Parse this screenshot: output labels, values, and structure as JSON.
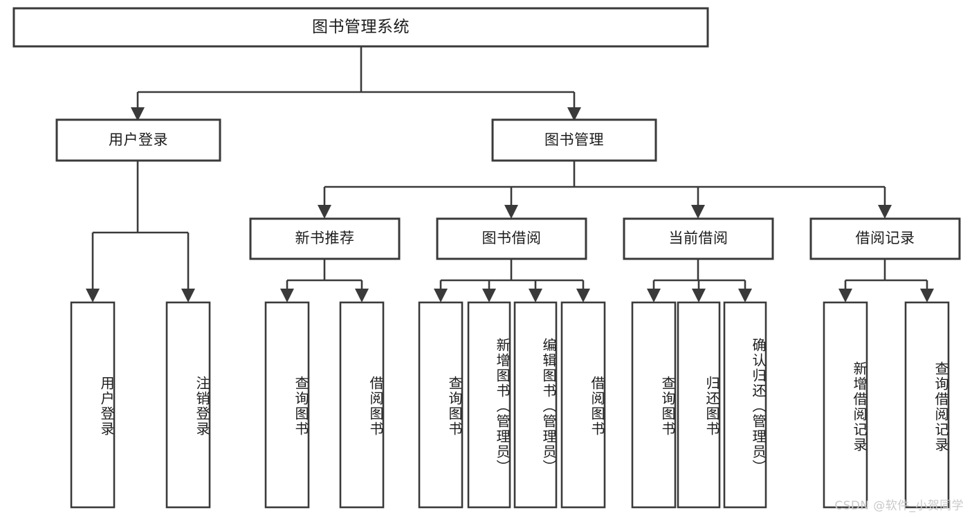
{
  "diagram": {
    "type": "tree",
    "title": "图书管理系统",
    "orientation": "top-down",
    "colors": {
      "background": "#ffffff",
      "box_fill": "#ffffff",
      "box_stroke": "#3a3a3a",
      "text": "#1c1c1c",
      "watermark": "#c9c9c9"
    },
    "levels": [
      {
        "level": 1,
        "nodes": [
          {
            "id": "root",
            "label": "图书管理系统",
            "text_orientation": "horizontal"
          }
        ]
      },
      {
        "level": 2,
        "nodes": [
          {
            "id": "user-login",
            "label": "用户登录",
            "parent": "root",
            "text_orientation": "horizontal"
          },
          {
            "id": "book-manage",
            "label": "图书管理",
            "parent": "root",
            "text_orientation": "horizontal"
          }
        ]
      },
      {
        "level": 3,
        "nodes": [
          {
            "id": "new-book-rec",
            "label": "新书推荐",
            "parent": "book-manage",
            "text_orientation": "horizontal"
          },
          {
            "id": "book-borrow",
            "label": "图书借阅",
            "parent": "book-manage",
            "text_orientation": "horizontal"
          },
          {
            "id": "current-borrow",
            "label": "当前借阅",
            "parent": "book-manage",
            "text_orientation": "horizontal"
          },
          {
            "id": "borrow-record",
            "label": "借阅记录",
            "parent": "book-manage",
            "text_orientation": "horizontal"
          }
        ]
      },
      {
        "level": 4,
        "nodes": [
          {
            "id": "leaf-1",
            "label": "用户登录",
            "parent": "user-login",
            "text_orientation": "vertical"
          },
          {
            "id": "leaf-2",
            "label": "注销登录",
            "parent": "user-login",
            "text_orientation": "vertical"
          },
          {
            "id": "leaf-3",
            "label": "查询图书",
            "parent": "new-book-rec",
            "text_orientation": "vertical"
          },
          {
            "id": "leaf-4",
            "label": "借阅图书",
            "parent": "new-book-rec",
            "text_orientation": "vertical"
          },
          {
            "id": "leaf-5",
            "label": "查询图书",
            "parent": "book-borrow",
            "text_orientation": "vertical"
          },
          {
            "id": "leaf-6",
            "label": "新增图书（管理员）",
            "parent": "book-borrow",
            "text_orientation": "vertical"
          },
          {
            "id": "leaf-7",
            "label": "编辑图书（管理员）",
            "parent": "book-borrow",
            "text_orientation": "vertical"
          },
          {
            "id": "leaf-8",
            "label": "借阅图书",
            "parent": "book-borrow",
            "text_orientation": "vertical"
          },
          {
            "id": "leaf-9",
            "label": "查询图书",
            "parent": "current-borrow",
            "text_orientation": "vertical"
          },
          {
            "id": "leaf-10",
            "label": "归还图书",
            "parent": "current-borrow",
            "text_orientation": "vertical"
          },
          {
            "id": "leaf-11",
            "label": "确认归还（管理员）",
            "parent": "current-borrow",
            "text_orientation": "vertical"
          },
          {
            "id": "leaf-12",
            "label": "新增借阅记录",
            "parent": "borrow-record",
            "text_orientation": "vertical"
          },
          {
            "id": "leaf-13",
            "label": "查询借阅记录",
            "parent": "borrow-record",
            "text_orientation": "vertical"
          }
        ]
      }
    ]
  },
  "watermark": {
    "text": "CSDN @软件_小贺同学"
  }
}
